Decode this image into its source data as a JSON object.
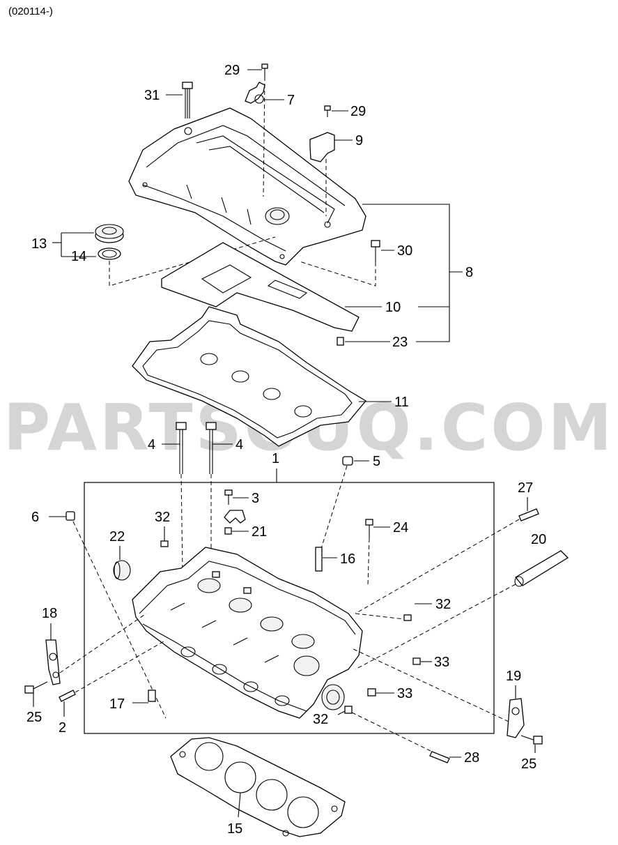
{
  "header": {
    "code": "(020114-)"
  },
  "watermark": "PARTSOUQ.COM",
  "callouts": {
    "c1": "1",
    "c2": "2",
    "c3": "3",
    "c4a": "4",
    "c4b": "4",
    "c5": "5",
    "c6": "6",
    "c7": "7",
    "c8": "8",
    "c9": "9",
    "c10": "10",
    "c11": "11",
    "c13": "13",
    "c14": "14",
    "c15": "15",
    "c16": "16",
    "c17": "17",
    "c18": "18",
    "c19": "19",
    "c20": "20",
    "c21": "21",
    "c22": "22",
    "c23": "23",
    "c24": "24",
    "c25a": "25",
    "c25b": "25",
    "c27": "27",
    "c28": "28",
    "c29a": "29",
    "c29b": "29",
    "c30": "30",
    "c31": "31",
    "c32a": "32",
    "c32b": "32",
    "c32c": "32",
    "c33a": "33",
    "c33b": "33"
  },
  "icons": [
    "bolt-icon",
    "nut-icon",
    "stud-icon",
    "gasket-icon",
    "bracket-icon",
    "cap-icon"
  ]
}
